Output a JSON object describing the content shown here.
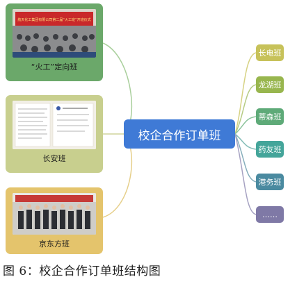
{
  "center": {
    "label": "校企合作订单班"
  },
  "cards": [
    {
      "label": "“火工”定向班",
      "banner": "航天化工集团有限公司第二届“火工班”开班仪式",
      "color": "#6ba86a"
    },
    {
      "label": "长安班",
      "color": "#c8cf8e"
    },
    {
      "label": "京东方班",
      "color": "#e4c46c"
    }
  ],
  "classes": [
    {
      "label": "长电班",
      "color": "#c7c25a"
    },
    {
      "label": "龙湖班",
      "color": "#98b64e"
    },
    {
      "label": "蒂森班",
      "color": "#5eaa78"
    },
    {
      "label": "药友班",
      "color": "#44a59a"
    },
    {
      "label": "港务班",
      "color": "#4a8aa0"
    },
    {
      "label": "……",
      "color": "#7f79a6"
    }
  ],
  "caption": "图 6：校企合作订单班结构图"
}
